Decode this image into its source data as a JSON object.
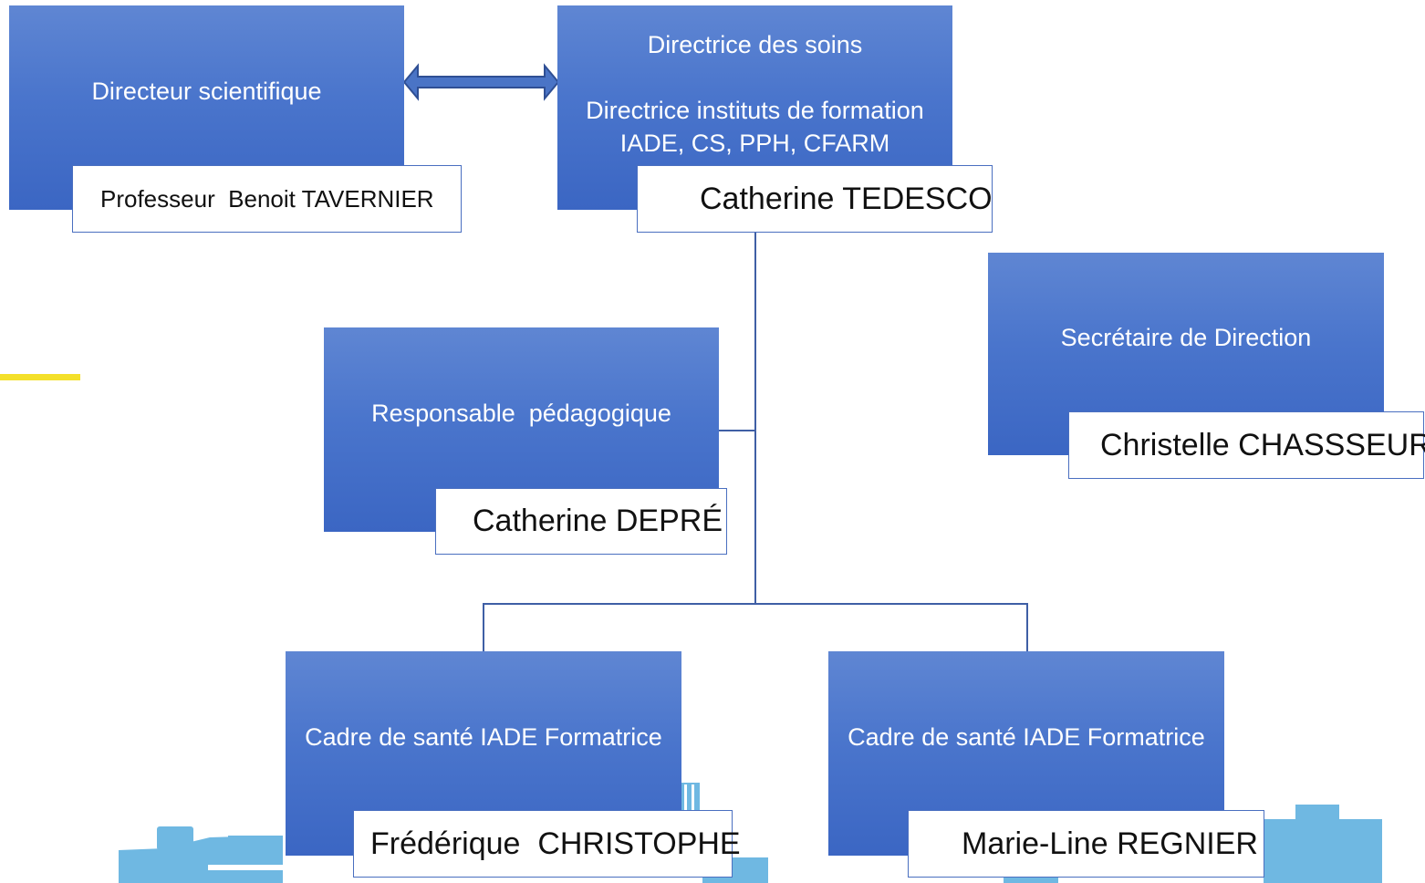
{
  "diagram": {
    "nodes": {
      "directeur": {
        "role": "Directeur scientifique",
        "name": "Professeur  Benoit TAVERNIER"
      },
      "directrice": {
        "role_line1": "Directrice des soins",
        "role_line2": "Directrice instituts de formation",
        "role_line3": "IADE, CS, PPH, CFARM",
        "name": "Catherine TEDESCO"
      },
      "secretaire": {
        "role": "Secrétaire de Direction",
        "name": "Christelle CHASSSEUR"
      },
      "responsable": {
        "role": "Responsable  pédagogique",
        "name": "Catherine DEPRÉ"
      },
      "cadre_left": {
        "role": "Cadre de santé IADE Formatrice",
        "name": "Frédérique  CHRISTOPHE"
      },
      "cadre_right": {
        "role": "Cadre de santé IADE Formatrice",
        "name": "Marie-Line REGNIER"
      }
    },
    "connectors": [
      {
        "from": "directeur",
        "to": "directrice",
        "type": "double-arrow"
      },
      {
        "from": "directrice",
        "to": "responsable",
        "type": "line"
      },
      {
        "from": "directrice",
        "to": "cadre_left",
        "type": "line"
      },
      {
        "from": "directrice",
        "to": "cadre_right",
        "type": "line"
      }
    ],
    "colors": {
      "box_top": "#5f86d3",
      "box_bottom": "#3b66c3",
      "connector": "#3f5fa5",
      "accent_yellow": "#f4e02a",
      "skyline": "#6fb8e2"
    }
  }
}
